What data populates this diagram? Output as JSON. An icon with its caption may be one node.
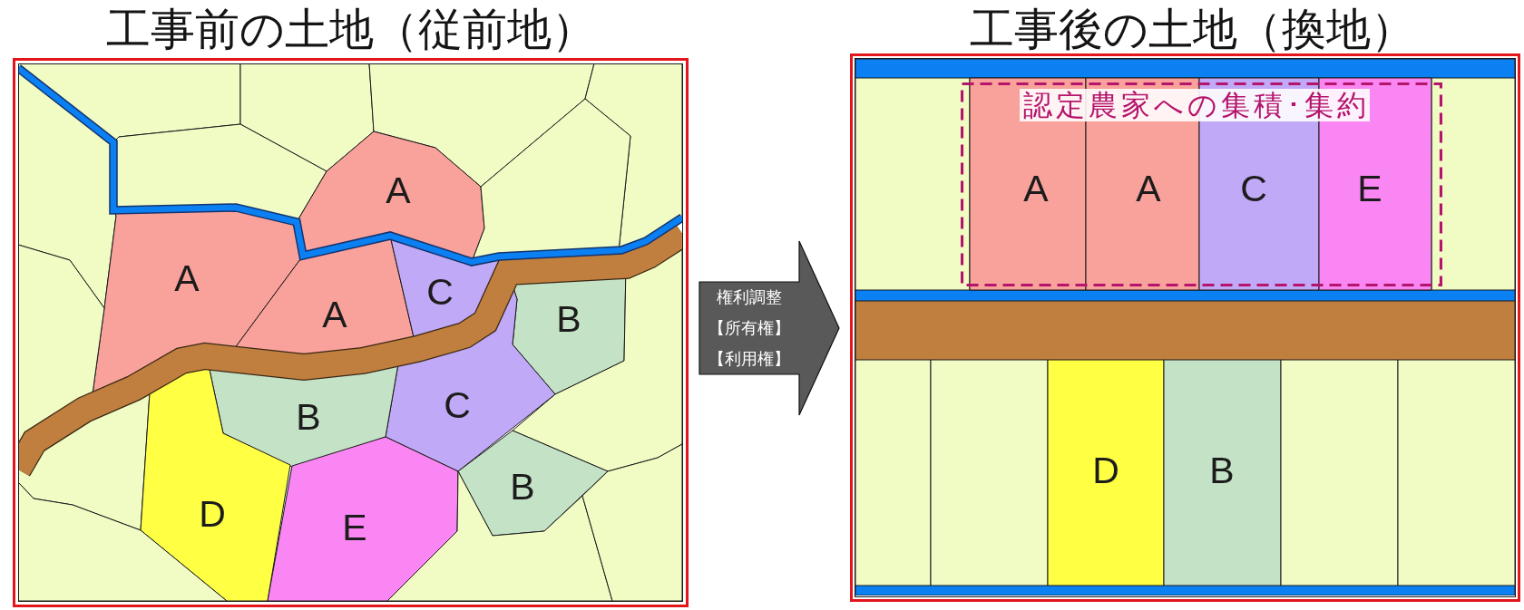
{
  "diagram": {
    "nodes": [
      {
        "text": [
          "工事前の土地（従前地）",
          "A",
          "A",
          "A",
          "C",
          "B",
          "B",
          "C",
          "D",
          "E",
          "B"
        ]
      },
      {
        "text": [
          "工事後の土地（換地）"
        ]
      },
      {
        "text": [],
        "shape": "bar",
        "in": 1
      },
      {
        "text": [],
        "shape": "box",
        "in": 1
      },
      {
        "text": [],
        "shape": "box",
        "in": 1
      },
      {
        "text": [
          "認定農家への集積･集約"
        ],
        "in": 4
      },
      {
        "text": [
          "A"
        ],
        "in": 4
      },
      {
        "text": [
          "A"
        ],
        "in": 4
      },
      {
        "text": [
          "C"
        ],
        "in": 4
      },
      {
        "text": [
          "E"
        ],
        "in": 4
      },
      {
        "text": [],
        "shape": "box",
        "in": 1
      },
      {
        "text": [],
        "shape": "bar",
        "in": 1
      },
      {
        "text": [],
        "shape": "bar",
        "in": 1
      },
      {
        "text": [],
        "shape": "box",
        "in": 1
      },
      {
        "text": [],
        "shape": "box",
        "in": 1
      },
      {
        "text": [
          "D"
        ],
        "in": 1
      },
      {
        "text": [
          "B"
        ],
        "in": 1
      },
      {
        "text": [],
        "shape": "box",
        "in": 1
      },
      {
        "text": [],
        "shape": "box",
        "in": 1
      },
      {
        "text": [],
        "shape": "bar",
        "in": 1
      }
    ],
    "edges": [
      {
        "from": 0,
        "to": 1,
        "arrow": "to",
        "label": "権利調整【所有権】【利用権】"
      }
    ]
  }
}
